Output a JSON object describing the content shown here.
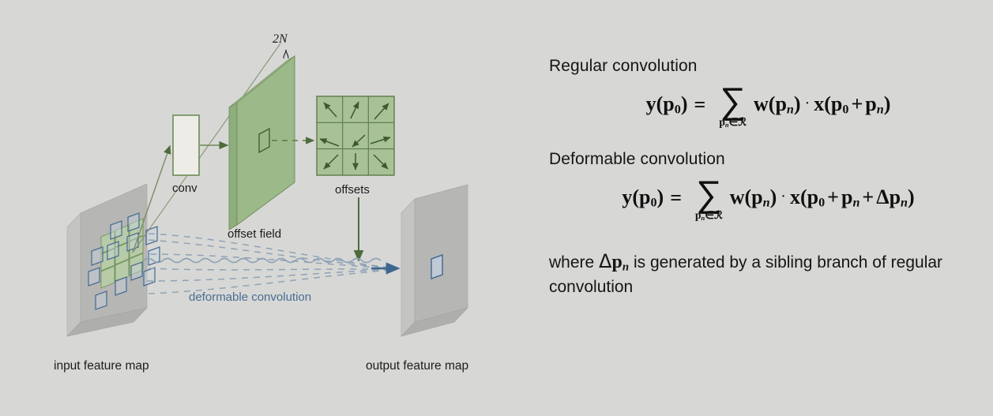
{
  "slide": {
    "background_color": "#d7d8d5",
    "title_text_color": "#151515"
  },
  "diagram": {
    "labels": {
      "input_feature_map": "input feature map",
      "output_feature_map": "output feature map",
      "conv": "conv",
      "offset_field": "offset field",
      "offsets": "offsets",
      "channels": "2N",
      "deformable_convolution": "deformable convolution"
    },
    "colors": {
      "feature_map_face": "#b4b4b4",
      "feature_map_side": "#c6c6c6",
      "feature_map_top": "#d0d0d0",
      "offset_field_green": "#9cb98a",
      "offsets_grid_green": "#a8c197",
      "arrow_green": "#4e6b3c",
      "sample_blue": "#4a6c93",
      "dashed_blue": "#8fa2b6",
      "highlight_green": "#b9d3a4",
      "conv_box_fill": "#eceae5"
    },
    "offsets_grid": {
      "rows": 3,
      "cols": 3,
      "arrows": [
        {
          "cell": "r1c1",
          "direction": "up-left"
        },
        {
          "cell": "r1c2",
          "direction": "up"
        },
        {
          "cell": "r1c3",
          "direction": "up-right"
        },
        {
          "cell": "r2c1",
          "direction": "left"
        },
        {
          "cell": "r2c2",
          "direction": "down-left"
        },
        {
          "cell": "r2c3",
          "direction": "right"
        },
        {
          "cell": "r3c1",
          "direction": "down-left"
        },
        {
          "cell": "r3c2",
          "direction": "down"
        },
        {
          "cell": "r3c3",
          "direction": "down-right"
        }
      ]
    }
  },
  "equations": {
    "regular": {
      "heading": "Regular convolution",
      "lhs": "y(p₀)",
      "equals": "=",
      "sum_symbol": "∑",
      "sum_subscript": "pₙ ∈ ℛ",
      "weight_term": "w(pₙ)",
      "dot": "·",
      "sample_term": "x(p₀ + pₙ)",
      "full_latex": "y(p_0) = \\sum_{p_n \\in \\mathcal{R}} w(p_n) \\cdot x(p_0 + p_n)"
    },
    "deformable": {
      "heading": "Deformable convolution",
      "lhs": "y(p₀)",
      "equals": "=",
      "sum_symbol": "∑",
      "sum_subscript": "pₙ ∈ ℛ",
      "weight_term": "w(pₙ)",
      "dot": "·",
      "sample_term": "x(p₀ + pₙ + Δpₙ)",
      "full_latex": "y(p_0) = \\sum_{p_n \\in \\mathcal{R}} w(p_n) \\cdot x(p_0 + p_n + \\Delta p_n)"
    }
  },
  "note": {
    "prefix": "where",
    "symbol": "Δpₙ",
    "suffix_line1": "is generated by a sibling branch of",
    "suffix_line2": "regular convolution",
    "full_text": "where Δpₙ is generated by a sibling branch of regular convolution"
  }
}
